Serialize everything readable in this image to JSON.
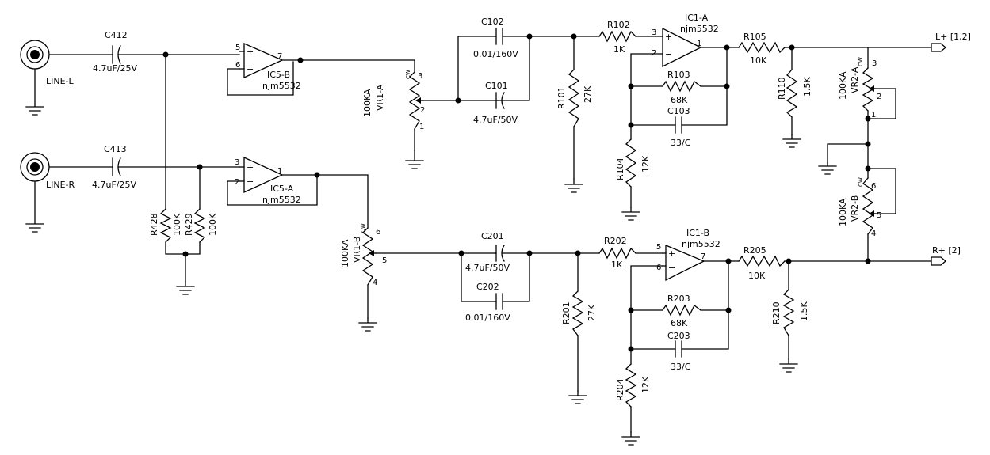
{
  "jacks": {
    "left": "LINE-L",
    "right": "LINE-R"
  },
  "outputs": {
    "left": "L+ [1,2]",
    "right": "R+ [2]"
  },
  "opamps": {
    "ic5b": {
      "name": "IC5-B",
      "type": "njm5532",
      "plus": "5",
      "minus": "6",
      "out": "7"
    },
    "ic5a": {
      "name": "IC5-A",
      "type": "njm5532",
      "plus": "3",
      "minus": "2",
      "out": "1"
    },
    "ic1a": {
      "name": "IC1-A",
      "type": "njm5532",
      "plus": "3",
      "minus": "2",
      "out": "1"
    },
    "ic1b": {
      "name": "IC1-B",
      "type": "njm5532",
      "plus": "5",
      "minus": "6",
      "out": "7"
    }
  },
  "capacitors": {
    "c412": {
      "ref": "C412",
      "value": "4.7uF/25V"
    },
    "c413": {
      "ref": "C413",
      "value": "4.7uF/25V"
    },
    "c102": {
      "ref": "C102",
      "value": "0.01/160V"
    },
    "c101": {
      "ref": "C101",
      "value": "4.7uF/50V"
    },
    "c103": {
      "ref": "C103",
      "value": "33/C"
    },
    "c201": {
      "ref": "C201",
      "value": "4.7uF/50V"
    },
    "c202": {
      "ref": "C202",
      "value": "0.01/160V"
    },
    "c203": {
      "ref": "C203",
      "value": "33/C"
    }
  },
  "resistors": {
    "r428": {
      "ref": "R428",
      "value": "100K"
    },
    "r429": {
      "ref": "R429",
      "value": "100K"
    },
    "r101": {
      "ref": "R101",
      "value": "27K"
    },
    "r102": {
      "ref": "R102",
      "value": "1K"
    },
    "r103": {
      "ref": "R103",
      "value": "68K"
    },
    "r104": {
      "ref": "R104",
      "value": "12K"
    },
    "r105": {
      "ref": "R105",
      "value": "10K"
    },
    "r110": {
      "ref": "R110",
      "value": "1.5K"
    },
    "r201": {
      "ref": "R201",
      "value": "27K"
    },
    "r202": {
      "ref": "R202",
      "value": "1K"
    },
    "r203": {
      "ref": "R203",
      "value": "68K"
    },
    "r204": {
      "ref": "R204",
      "value": "12K"
    },
    "r205": {
      "ref": "R205",
      "value": "10K"
    },
    "r210": {
      "ref": "R210",
      "value": "1.5K"
    }
  },
  "pots": {
    "vr1a": {
      "ref": "VR1-A",
      "value": "100KA",
      "cw": "CW",
      "p1": "3",
      "p2": "2",
      "p3": "1"
    },
    "vr1b": {
      "ref": "VR1-B",
      "value": "100KA",
      "cw": "CW",
      "p1": "6",
      "p2": "5",
      "p3": "4"
    },
    "vr2a": {
      "ref": "VR2-A",
      "value": "100KA",
      "cw": "CW",
      "p1": "3",
      "p2": "2",
      "p3": "1"
    },
    "vr2b": {
      "ref": "VR2-B",
      "value": "100KA",
      "cw": "CW",
      "p1": "6",
      "p2": "5",
      "p3": "4"
    }
  }
}
